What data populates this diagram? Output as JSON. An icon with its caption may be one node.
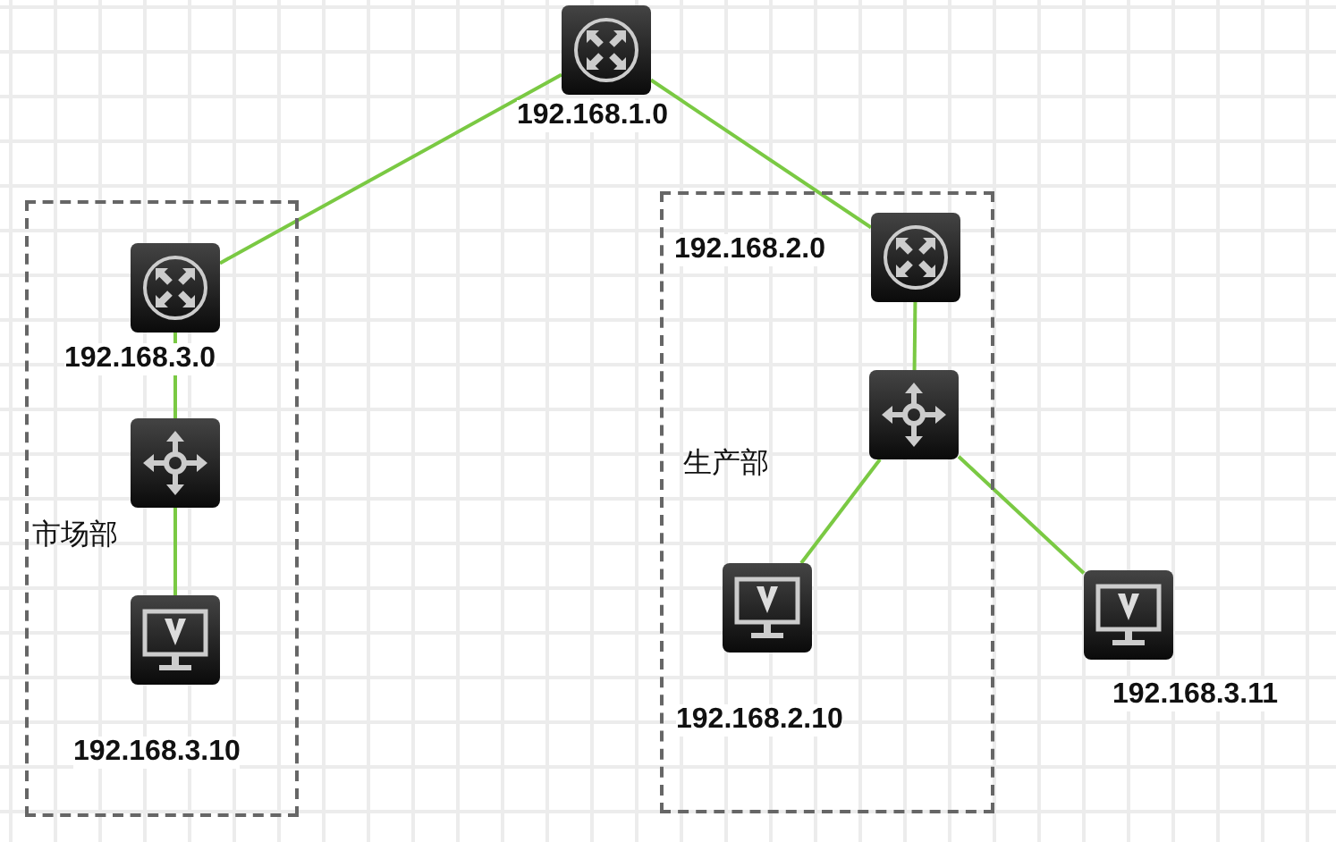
{
  "diagram": {
    "nodes": [
      {
        "text": [
          "192.168.1.0"
        ]
      },
      {
        "text": [
          "市场部"
        ]
      },
      {
        "text": [
          "192.168.3.0"
        ],
        "in": 1
      },
      {
        "text": [],
        "shape": "box",
        "in": 1
      },
      {
        "text": [
          "192.168.3.10"
        ],
        "in": 1
      },
      {
        "text": [
          "生产部"
        ]
      },
      {
        "text": [
          "192.168.2.0"
        ],
        "in": 5
      },
      {
        "text": [],
        "shape": "box",
        "in": 5
      },
      {
        "text": [
          "192.168.2.10"
        ],
        "in": 5
      },
      {
        "text": [
          "192.168.3.11"
        ]
      }
    ],
    "edges": [
      {
        "from": 0,
        "to": 2,
        "arrow": "none"
      },
      {
        "from": 0,
        "to": 6,
        "arrow": "none"
      },
      {
        "from": 2,
        "to": 3,
        "arrow": "none"
      },
      {
        "from": 3,
        "to": 4,
        "arrow": "none"
      },
      {
        "from": 6,
        "to": 7,
        "arrow": "none"
      },
      {
        "from": 7,
        "to": 8,
        "arrow": "none"
      },
      {
        "from": 7,
        "to": 9,
        "arrow": "none"
      }
    ]
  }
}
